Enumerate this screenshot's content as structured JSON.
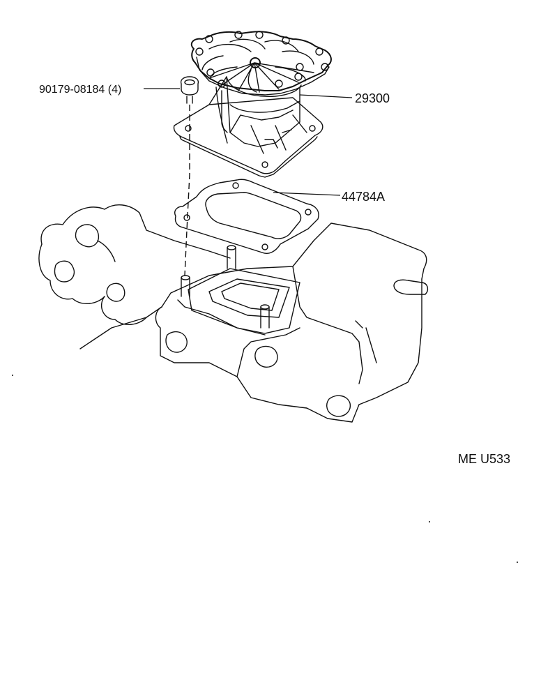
{
  "diagram": {
    "parts": [
      {
        "id": "bolt",
        "number": "90179-08184 (4)"
      },
      {
        "id": "carburetor",
        "number": "29300"
      },
      {
        "id": "gasket",
        "number": "44784A"
      }
    ],
    "figure_code": "ME U533"
  },
  "colors": {
    "ink": "#111111",
    "background": "#ffffff"
  }
}
